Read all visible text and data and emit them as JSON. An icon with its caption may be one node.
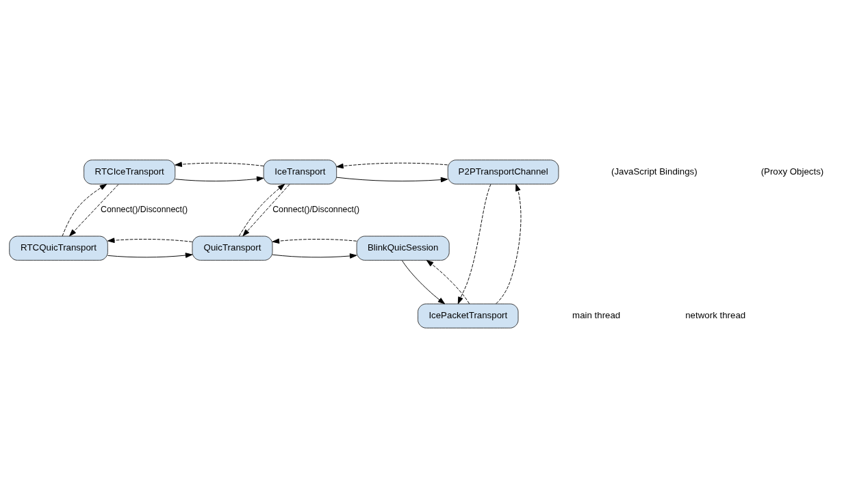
{
  "diagram": {
    "nodes": [
      {
        "text": [
          "RTCIceTransport"
        ]
      },
      {
        "text": [
          "IceTransport"
        ]
      },
      {
        "text": [
          "P2PTransportChannel"
        ]
      },
      {
        "text": [
          "IcePacketTransport"
        ]
      },
      {
        "text": [
          "RTCQuicTransport"
        ]
      },
      {
        "text": [
          "QuicTransport"
        ]
      },
      {
        "text": [
          "BlinkQuicSession"
        ]
      }
    ],
    "edges": [
      {
        "from": 0,
        "to": 1,
        "arrow": "to"
      },
      {
        "from": 1,
        "to": 0,
        "arrow": "to",
        "style": "dashed"
      },
      {
        "from": 1,
        "to": 2,
        "arrow": "to"
      },
      {
        "from": 2,
        "to": 1,
        "arrow": "to",
        "style": "dashed"
      },
      {
        "from": 0,
        "to": 4,
        "arrow": "to",
        "style": "dashed",
        "label": "Connect()/Disconnect()"
      },
      {
        "from": 4,
        "to": 0,
        "arrow": "to",
        "style": "dashed"
      },
      {
        "from": 1,
        "to": 5,
        "arrow": "to",
        "style": "dashed",
        "label": "Connect()/Disconnect()"
      },
      {
        "from": 5,
        "to": 1,
        "arrow": "to",
        "style": "dashed"
      },
      {
        "from": 2,
        "to": 3,
        "arrow": "to",
        "style": "dashed"
      },
      {
        "from": 3,
        "to": 2,
        "arrow": "to",
        "style": "dashed"
      },
      {
        "from": 3,
        "to": 6,
        "arrow": "to",
        "style": "dashed"
      },
      {
        "from": 6,
        "to": 3,
        "arrow": "to"
      },
      {
        "from": 4,
        "to": 5,
        "arrow": "to"
      },
      {
        "from": 5,
        "to": 4,
        "arrow": "to",
        "style": "dashed"
      },
      {
        "from": 5,
        "to": 6,
        "arrow": "to"
      },
      {
        "from": 6,
        "to": 5,
        "arrow": "to",
        "style": "dashed"
      }
    ],
    "labels": [
      "(JavaScript Bindings)",
      "(Proxy Objects)",
      "main thread",
      "network thread"
    ]
  }
}
